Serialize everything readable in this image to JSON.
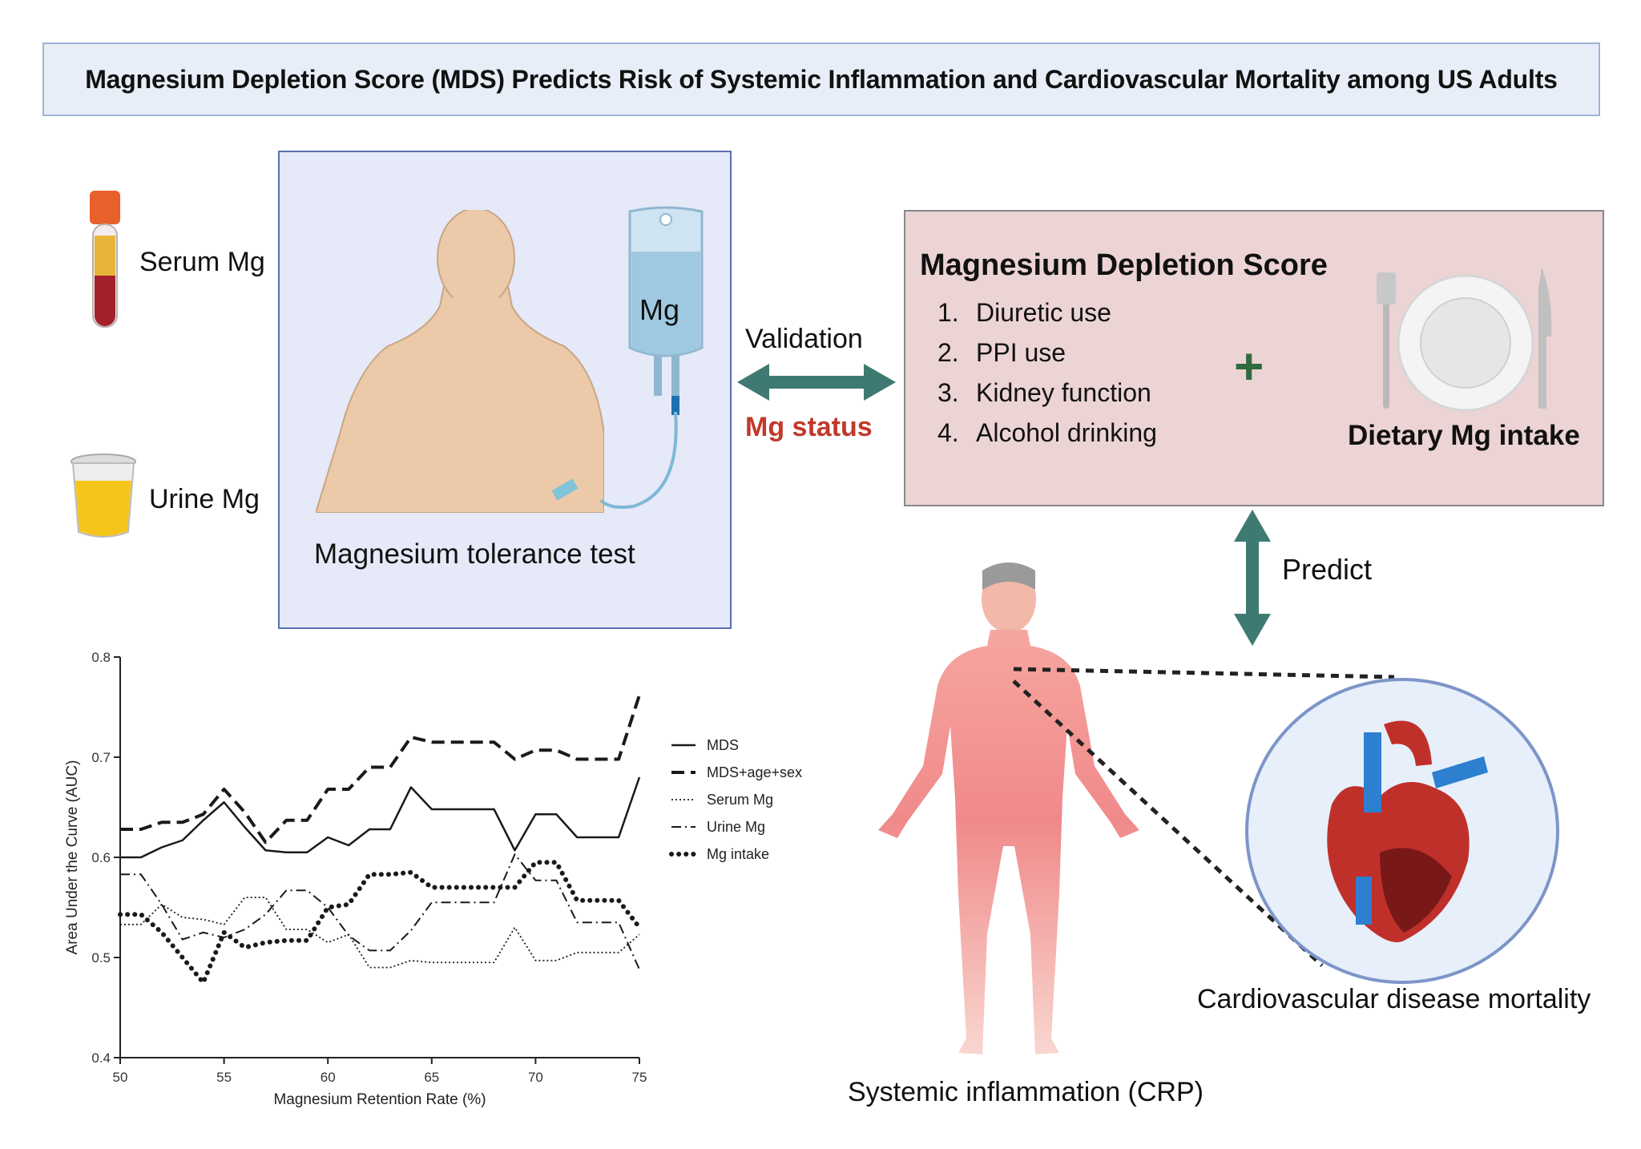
{
  "title": "Magnesium Depletion Score (MDS) Predicts Risk of Systemic Inflammation and Cardiovascular Mortality among US Adults",
  "left_panel": {
    "serum_label": "Serum Mg",
    "urine_label": "Urine Mg",
    "iv_bag_label": "Mg",
    "test_label": "Magnesium tolerance test"
  },
  "middle": {
    "validation_label": "Validation",
    "mg_status_label": "Mg status",
    "predict_label": "Predict"
  },
  "mds_panel": {
    "heading": "Magnesium Depletion Score",
    "items": [
      {
        "num": "1.",
        "text": "Diuretic use"
      },
      {
        "num": "2.",
        "text": "PPI use"
      },
      {
        "num": "3.",
        "text": "Kidney function"
      },
      {
        "num": "4.",
        "text": "Alcohol drinking"
      }
    ],
    "plus_sign": "+",
    "dietary_label": "Dietary Mg intake"
  },
  "outcomes": {
    "inflammation_label": "Systemic inflammation (CRP)",
    "cvd_label": "Cardiovascular disease mortality"
  },
  "colors": {
    "arrow": "#3e7a72",
    "mg_status": "#c0392b",
    "plus": "#2e6b3e",
    "body": "#f08a8a",
    "heart_circle": "#e6effa"
  },
  "chart_data": {
    "type": "line",
    "xlabel": "Magnesium Retention Rate (%)",
    "ylabel": "Area Under the Curve (AUC)",
    "xlim": [
      50,
      75
    ],
    "ylim": [
      0.4,
      0.8
    ],
    "x_ticks": [
      "50",
      "55",
      "60",
      "65",
      "70",
      "75"
    ],
    "y_ticks": [
      "0.4",
      "0.5",
      "0.6",
      "0.7",
      "0.8"
    ],
    "grid": false,
    "legend_position": "right",
    "x": [
      50,
      51,
      52,
      53,
      54,
      55,
      56,
      57,
      58,
      59,
      60,
      61,
      62,
      63,
      64,
      65,
      66,
      67,
      68,
      69,
      70,
      71,
      72,
      73,
      74,
      75
    ],
    "series": [
      {
        "name": "MDS",
        "style": "solid",
        "values": [
          0.6,
          0.6,
          0.61,
          0.617,
          0.637,
          0.655,
          0.63,
          0.607,
          0.605,
          0.605,
          0.62,
          0.612,
          0.628,
          0.628,
          0.67,
          0.648,
          0.648,
          0.648,
          0.648,
          0.607,
          0.643,
          0.643,
          0.62,
          0.62,
          0.62,
          0.68
        ]
      },
      {
        "name": "MDS+age+sex",
        "style": "dashed",
        "values": [
          0.628,
          0.628,
          0.635,
          0.635,
          0.643,
          0.668,
          0.645,
          0.615,
          0.637,
          0.637,
          0.668,
          0.668,
          0.69,
          0.69,
          0.72,
          0.715,
          0.715,
          0.715,
          0.715,
          0.698,
          0.707,
          0.707,
          0.698,
          0.698,
          0.698,
          0.762
        ]
      },
      {
        "name": "Serum Mg",
        "style": "dotted",
        "values": [
          0.533,
          0.533,
          0.553,
          0.54,
          0.538,
          0.533,
          0.56,
          0.56,
          0.528,
          0.528,
          0.515,
          0.523,
          0.49,
          0.49,
          0.497,
          0.495,
          0.495,
          0.495,
          0.495,
          0.53,
          0.497,
          0.497,
          0.505,
          0.505,
          0.505,
          0.523
        ]
      },
      {
        "name": "Urine Mg",
        "style": "dashdot",
        "values": [
          0.583,
          0.583,
          0.553,
          0.518,
          0.525,
          0.52,
          0.528,
          0.543,
          0.567,
          0.567,
          0.55,
          0.522,
          0.507,
          0.507,
          0.527,
          0.555,
          0.555,
          0.555,
          0.555,
          0.603,
          0.577,
          0.577,
          0.535,
          0.535,
          0.535,
          0.488
        ]
      },
      {
        "name": "Mg intake",
        "style": "heavy-dotted",
        "values": [
          0.543,
          0.543,
          0.525,
          0.5,
          0.475,
          0.525,
          0.51,
          0.515,
          0.517,
          0.517,
          0.55,
          0.553,
          0.583,
          0.583,
          0.585,
          0.57,
          0.57,
          0.57,
          0.57,
          0.57,
          0.595,
          0.595,
          0.557,
          0.557,
          0.557,
          0.53
        ]
      }
    ]
  }
}
